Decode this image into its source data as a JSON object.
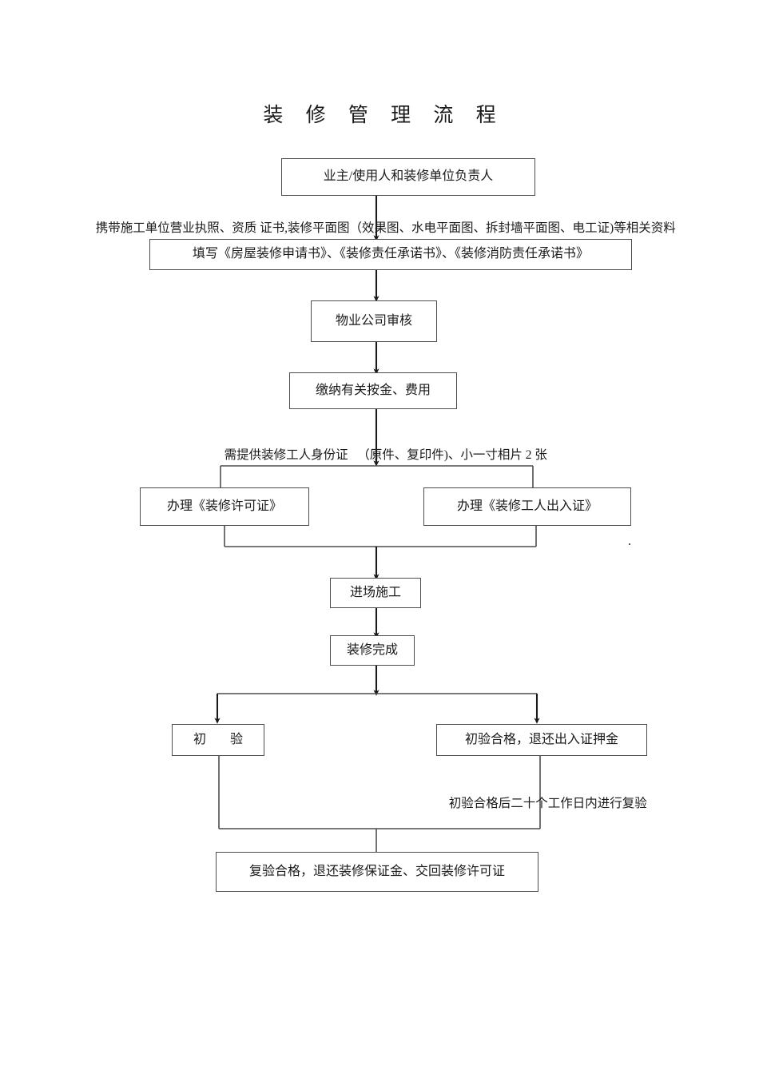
{
  "document": {
    "title": "装 修 管 理 流 程"
  },
  "nodes": [
    {
      "id": "owner",
      "label": "业主/使用人和装修单位负责人"
    },
    {
      "id": "forms",
      "label": "填写《房屋装修申请书》、《装修责任承诺书》、《装修消防责任承诺书》"
    },
    {
      "id": "review",
      "label": "物业公司审核"
    },
    {
      "id": "payment",
      "label": "缴纳有关按金、费用"
    },
    {
      "id": "permit",
      "label": "办理《装修许可证》"
    },
    {
      "id": "workerpass",
      "label": "办理《装修工人出入证》"
    },
    {
      "id": "construction",
      "label": "进场施工"
    },
    {
      "id": "finished",
      "label": "装修完成"
    },
    {
      "id": "firstcheck",
      "label": "初　验"
    },
    {
      "id": "refundpass",
      "label": "初验合格，退还出入证押金"
    },
    {
      "id": "final",
      "label": "复验合格，退还装修保证金、交回装修许可证"
    }
  ],
  "notes": [
    {
      "id": "note-documents",
      "text": "携带施工单位营业执照、资质 证书,装修平面图（效果图、水电平面图、拆封墙平面图、电工证)等相关资料"
    },
    {
      "id": "note-worker-id",
      "text": "需提供装修工人身份证 　（原件、复印件)、小一寸相片 2 张"
    },
    {
      "id": "note-recheck",
      "text": "初验合格后二十个工作日内进行复验"
    }
  ],
  "colors": {
    "box_border": "#4d4d4d",
    "connector": "#1a1a1a",
    "text": "#1a1a1a",
    "background": "#ffffff"
  }
}
